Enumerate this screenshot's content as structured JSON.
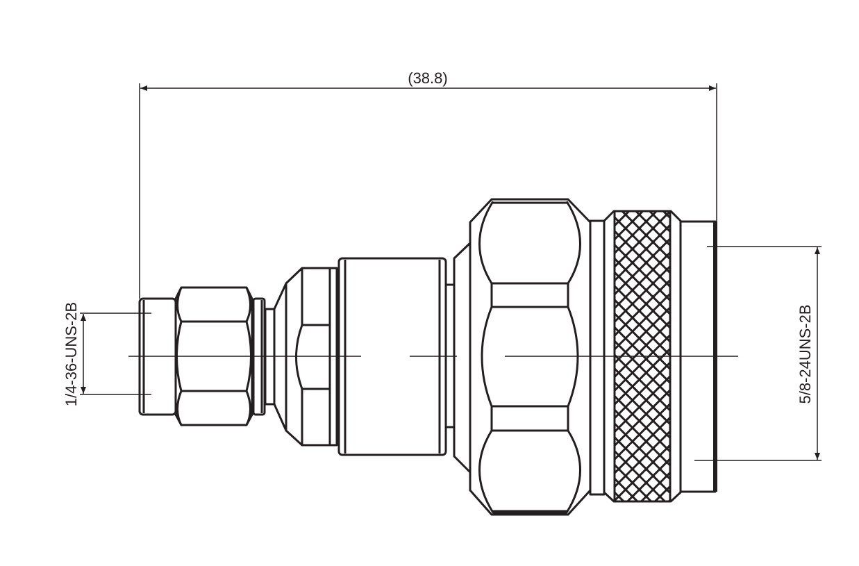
{
  "overall_length": "(38.8)",
  "left_thread": "1/4-36-UNS-2B",
  "right_thread": "5/8-24UNS-2B",
  "line_color": "#231f20"
}
